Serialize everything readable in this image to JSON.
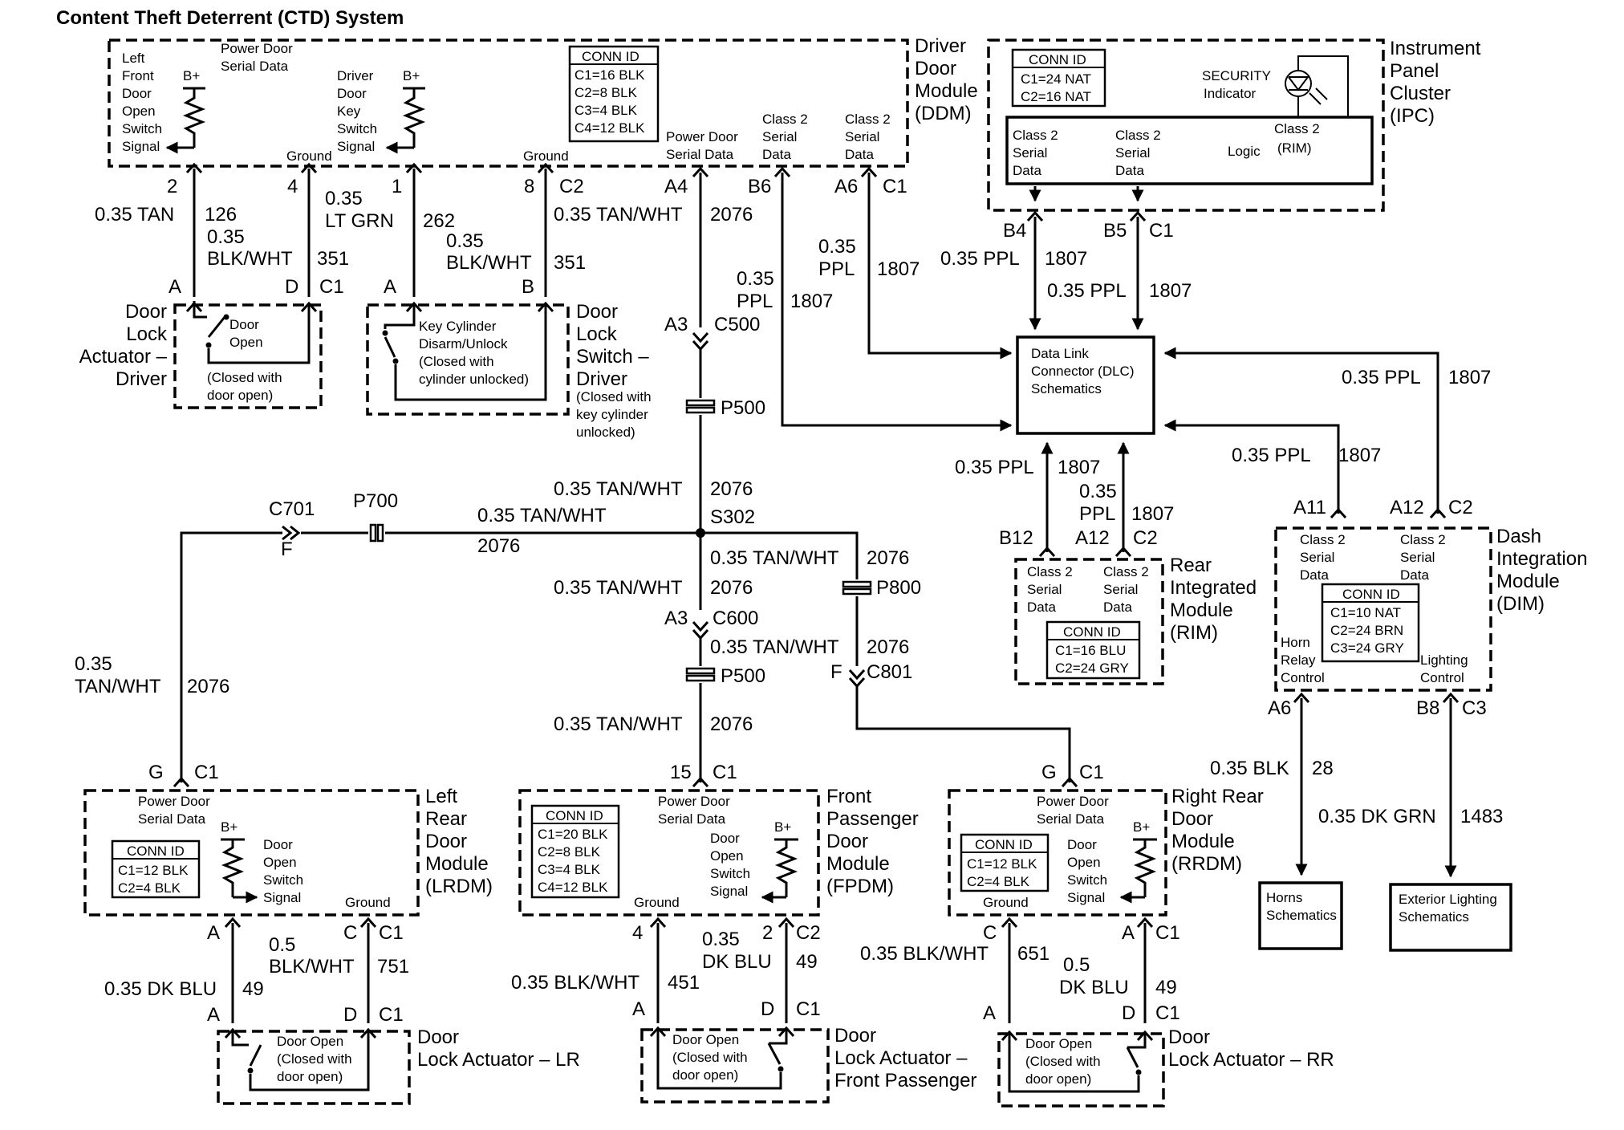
{
  "title": "Content Theft Deterrent (CTD) System",
  "common": {
    "bplus": "B+",
    "ground": "Ground",
    "conn_id": "CONN ID",
    "c1": "C1",
    "c2": "C2",
    "class2_lines": [
      "Class 2",
      "Serial",
      "Data"
    ],
    "pdsd_line1": "Power Door",
    "pdsd_line2": "Serial Data",
    "door_open_switch_lines": [
      "Door",
      "Open",
      "Switch",
      "Signal"
    ]
  },
  "modules": {
    "ddm": {
      "name_lines": [
        "Driver",
        "Door",
        "Module",
        "(DDM)"
      ],
      "conn": [
        "C1=16 BLK",
        "C2=8 BLK",
        "C3=4 BLK",
        "C4=12 BLK"
      ],
      "lf_switch_lines": [
        "Left",
        "Front",
        "Door",
        "Open",
        "Switch",
        "Signal"
      ],
      "pdsd_lines": [
        "Power Door",
        "Serial Data"
      ],
      "key_lines": [
        "Driver",
        "Door",
        "Key",
        "Switch",
        "Signal"
      ],
      "pdsd_lines2": [
        "Power Door",
        "Serial Data"
      ],
      "class2_a_lines": [
        "Class 2",
        "Serial",
        "Data"
      ],
      "class2_b_lines": [
        "Class 2",
        "Serial",
        "Data"
      ]
    },
    "ipc": {
      "name_lines": [
        "Instrument",
        "Panel",
        "Cluster",
        "(IPC)"
      ],
      "conn": [
        "C1=24 NAT",
        "C2=16 NAT"
      ],
      "security_lines": [
        "SECURITY",
        "Indicator"
      ],
      "logic": "Logic",
      "rim_lines": [
        "Class 2",
        "(RIM)"
      ]
    },
    "dlc": {
      "lines": [
        "Data Link",
        "Connector (DLC)",
        "Schematics"
      ]
    },
    "rim": {
      "name_lines": [
        "Rear",
        "Integrated",
        "Module",
        "(RIM)"
      ],
      "conn": [
        "C1=16 BLU",
        "C2=24 GRY"
      ]
    },
    "dim": {
      "name_lines": [
        "Dash",
        "Integration",
        "Module",
        "(DIM)"
      ],
      "conn": [
        "C1=10 NAT",
        "C2=24 BRN",
        "C3=24 GRY"
      ],
      "horn_lines": [
        "Horn",
        "Relay",
        "Control"
      ],
      "lighting_lines": [
        "Lighting",
        "Control"
      ]
    },
    "lrdm": {
      "name_lines": [
        "Left",
        "Rear",
        "Door",
        "Module",
        "(LRDM)"
      ],
      "conn": [
        "C1=12 BLK",
        "C2=4 BLK"
      ]
    },
    "fpdm": {
      "name_lines": [
        "Front",
        "Passenger",
        "Door",
        "Module",
        "(FPDM)"
      ],
      "conn": [
        "C1=20 BLK",
        "C2=8 BLK",
        "C3=4 BLK",
        "C4=12 BLK"
      ]
    },
    "rrdm": {
      "name_lines": [
        "Right Rear",
        "Door",
        "Module",
        "(RRDM)"
      ],
      "conn": [
        "C1=12 BLK",
        "C2=4 BLK"
      ]
    },
    "horns": {
      "lines": [
        "Horns",
        "Schematics"
      ]
    },
    "ext_light": {
      "lines": [
        "Exterior Lighting",
        "Schematics"
      ]
    }
  },
  "components": {
    "dla_driver": {
      "name_lines": [
        "Door",
        "Lock",
        "Actuator –",
        "Driver"
      ],
      "switch_lines": [
        "Door",
        "Open"
      ],
      "note_lines": [
        "(Closed with",
        "door open)"
      ]
    },
    "dls_driver": {
      "name_lines": [
        "Door",
        "Lock",
        "Switch –",
        "Driver"
      ],
      "note_lines": [
        "(Closed with",
        "key cylinder",
        "unlocked)"
      ],
      "switch_lines": [
        "Key Cylinder",
        "Disarm/Unlock",
        "(Closed with",
        "cylinder unlocked)"
      ]
    },
    "dla_lr": {
      "name_lines": [
        "Door",
        "Lock Actuator – LR"
      ]
    },
    "dla_fp": {
      "name_lines": [
        "Door",
        "Lock Actuator –",
        "Front Passenger"
      ]
    },
    "dla_rr": {
      "name_lines": [
        "Door",
        "Lock Actuator – RR"
      ]
    },
    "actuator_note_lines": [
      "Door Open",
      "(Closed with",
      "door open)"
    ]
  },
  "pins": {
    "ddm_2": "2",
    "ddm_4": "4",
    "ddm_1": "1",
    "ddm_8": "8",
    "ddm_a4": "A4",
    "ddm_b6": "B6",
    "ddm_a6": "A6",
    "dla_a": "A",
    "dla_d": "D",
    "dls_a": "A",
    "dls_b": "B",
    "a3": "A3",
    "c500": "C500",
    "p500": "P500",
    "s302": "S302",
    "c701": "C701",
    "c701_f": "F",
    "p700": "P700",
    "c600": "C600",
    "p500b": "P500",
    "p800": "P800",
    "c801": "C801",
    "c801_f": "F",
    "ipc_b4": "B4",
    "ipc_b5": "B5",
    "rim_b12": "B12",
    "rim_a12": "A12",
    "dim_a11": "A11",
    "dim_a12": "A12",
    "dim_a6": "A6",
    "dim_b8": "B8",
    "c3": "C3",
    "lrdm_g": "G",
    "fpdm_15": "15",
    "rrdm_g": "G",
    "lrdm_a": "A",
    "lrdm_c": "C",
    "fpdm_4": "4",
    "fpdm_2": "2",
    "rrdm_c": "C",
    "rrdm_a": "A",
    "act_a": "A",
    "act_d": "D"
  },
  "wires": {
    "tan": "0.35 TAN",
    "tan_num": "126",
    "blkwht_a": "0.35",
    "blkwht_b": "BLK/WHT",
    "n351": "351",
    "ltgrn_a": "0.35",
    "ltgrn_b": "LT GRN",
    "n262": "262",
    "tanwht": "0.35 TAN/WHT",
    "n2076": "2076",
    "ppl_a": "0.35",
    "ppl_b": "PPL",
    "n1807": "1807",
    "ppl": "0.35 PPL",
    "tanwht_a": "0.35",
    "tanwht_b": "TAN/WHT",
    "blk": "0.35 BLK",
    "n28": "28",
    "dkgrn": "0.35 DK GRN",
    "n1483": "1483",
    "dkblu": "0.35 DK BLU",
    "n49": "49",
    "blkwht05_a": "0.5",
    "blkwht05_b": "BLK/WHT",
    "n751": "751",
    "dkblu35_a": "0.35",
    "dkblu35_b": "DK BLU",
    "blkwht35": "0.35 BLK/WHT",
    "n451": "451",
    "n651": "651",
    "dkblu05_a": "0.5",
    "dkblu05_b": "DK BLU"
  }
}
